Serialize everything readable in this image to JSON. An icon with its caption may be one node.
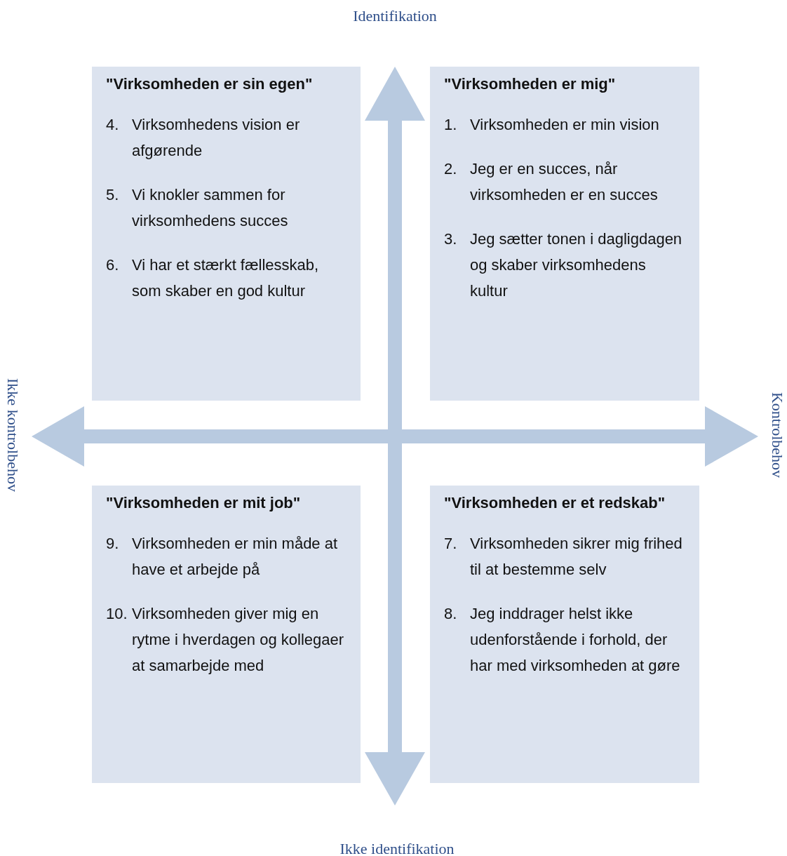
{
  "diagram": {
    "nodes": [
      {
        "text": [
          "\"Virksomheden er sin egen\"",
          "4. Virksomhedens vision er afgørende",
          "5. Vi knokler sammen for virksomhedens succes",
          "6. Vi har et stærkt fællesskab, som skaber en god kultur"
        ]
      },
      {
        "text": [
          "\"Virksomheden er mig\"",
          "1. Virksomheden er min vision",
          "2. Jeg er en succes, når virksomheden er en succes",
          "3. Jeg sætter tonen i dagligdagen og skaber virksomhedens kultur"
        ]
      },
      {
        "text": [
          "\"Virksomheden er mit job\"",
          "9. Virksomheden er min måde at have et arbejde på",
          "10. Virksomheden giver mig en rytme i hverdagen og kollegaer at samarbejde med"
        ]
      },
      {
        "text": [
          "\"Virksomheden er et redskab\"",
          "7. Virksomheden sikrer mig frihed til at bestemme selv",
          "8. Jeg inddrager helst ikke udenforstående i forhold, der har med virksomheden at gøre"
        ]
      }
    ],
    "labels": [
      "Identifikation",
      "Ikke kontrolbehov",
      "Kontrolbehov",
      "Ikke identifikation"
    ]
  }
}
